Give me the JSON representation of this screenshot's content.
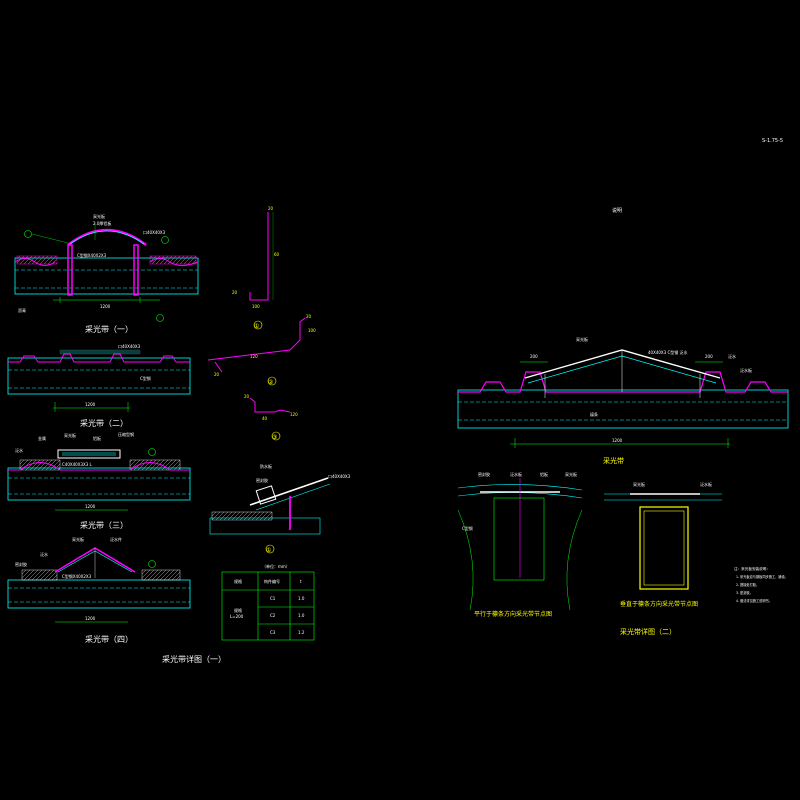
{
  "sheet": {
    "corner_code": "S-1.75-5",
    "top_note": "说明"
  },
  "left_panel": {
    "title": "采光带详图（一）",
    "details": [
      {
        "caption": "采光带（一）",
        "labels": [
          "采光板",
          "2.0厚铝板",
          "口40X40X3",
          "C型钢X40X2X3",
          "沥青",
          "1200"
        ]
      },
      {
        "caption": "采光带（二）",
        "labels": [
          "口40X40X3",
          "C型钢",
          "1200"
        ]
      },
      {
        "caption": "采光带（三）",
        "labels": [
          "泛水",
          "采光板",
          "金属",
          "铝板",
          "压缩型钢",
          "C40X40X3X3 L",
          "1200"
        ]
      },
      {
        "caption": "采光带（四）",
        "labels": [
          "密封胶",
          "泛水",
          "采光板",
          "泛水件",
          "C型钢X40X2X3",
          "1200"
        ]
      }
    ],
    "profiles": [
      {
        "mark": "①",
        "dims": [
          "20",
          "60",
          "20",
          "100"
        ]
      },
      {
        "mark": "②",
        "dims": [
          "20",
          "120",
          "20",
          "100"
        ]
      },
      {
        "mark": "③",
        "dims": [
          "20",
          "40",
          "120"
        ]
      }
    ],
    "node_detail": {
      "mark": "①",
      "labels": [
        "防水板",
        "密封胶",
        "口40X40X3"
      ]
    },
    "table": {
      "note": "（单位：mm）",
      "headers": [
        "规格",
        "构件编号",
        "t"
      ],
      "rowhead": [
        "规格",
        "L=200"
      ],
      "rows": [
        [
          "C1",
          "1.0"
        ],
        [
          "C2",
          "1.0"
        ],
        [
          "C3",
          "1.2"
        ]
      ]
    }
  },
  "right_panel": {
    "main_caption": "采光带",
    "main_labels": [
      "采光板",
      "40X40X3 C型钢 泛水",
      "泛水",
      "泛水板",
      "檩条",
      "200",
      "200",
      "1200"
    ],
    "node_a": {
      "caption": "平行于檩条方向采光带节点图",
      "labels": [
        "密封胶",
        "泛水板",
        "铝板",
        "采光板",
        "C型钢"
      ]
    },
    "node_b": {
      "caption": "垂直于檩条方向采光带节点图",
      "labels": [
        "采光板",
        "泛水板"
      ]
    },
    "sub_caption": "采光带详图（二）",
    "notes": {
      "heading": "注：采光板安装说明：",
      "items": [
        "1. 采光板应与钢板同步施工，铺设。",
        "2. 搭接处打胶。",
        "3. 密封胶。",
        "4. 做法详见施工说明书。"
      ]
    }
  },
  "colors": {
    "cyan": "#00ffff",
    "green": "#00ff00",
    "magenta": "#ff00ff",
    "yellow": "#ffff00",
    "white": "#ffffff",
    "red": "#ff0000"
  }
}
